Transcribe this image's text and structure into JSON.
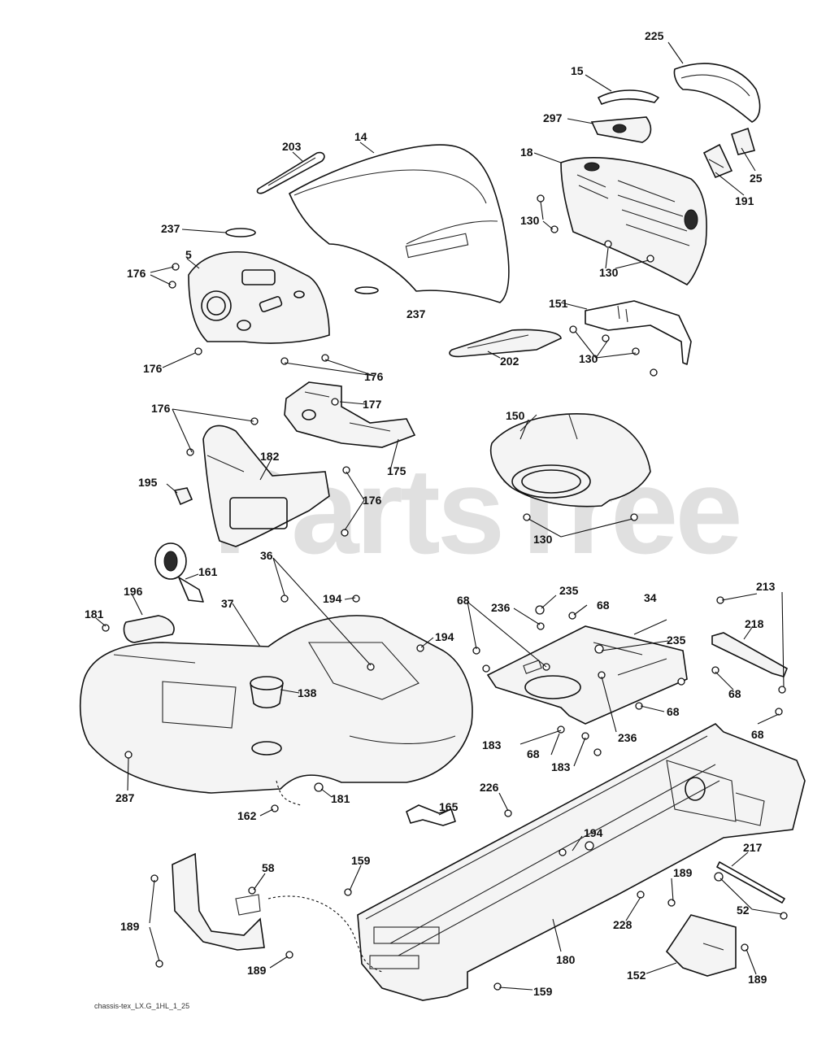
{
  "watermark": "PartsTree",
  "footer_code": "chassis-tex_LX.G_1HL_1_25",
  "callouts": {
    "c225": "225",
    "c15": "15",
    "c297": "297",
    "c18": "18",
    "c25": "25",
    "c191": "191",
    "c203": "203",
    "c14": "14",
    "c237a": "237",
    "c237b": "237",
    "c130a": "130",
    "c130b": "130",
    "c130c": "130",
    "c130d": "130",
    "c5": "5",
    "c176a": "176",
    "c176b": "176",
    "c176c": "176",
    "c176d": "176",
    "c176e": "176",
    "c151": "151",
    "c202": "202",
    "c177": "177",
    "c175": "175",
    "c182": "182",
    "c150": "150",
    "c195": "195",
    "c36": "36",
    "c161": "161",
    "c196": "196",
    "c181a": "181",
    "c181b": "181",
    "c37": "37",
    "c194a": "194",
    "c194b": "194",
    "c194c": "194",
    "c138": "138",
    "c287": "287",
    "c162": "162",
    "c235a": "235",
    "c235b": "235",
    "c236a": "236",
    "c236b": "236",
    "c68a": "68",
    "c68b": "68",
    "c68c": "68",
    "c68d": "68",
    "c68e": "68",
    "c68f": "68",
    "c34": "34",
    "c183a": "183",
    "c183b": "183",
    "c213": "213",
    "c218": "218",
    "c226": "226",
    "c165": "165",
    "c217": "217",
    "c58": "58",
    "c159a": "159",
    "c159b": "159",
    "c189a": "189",
    "c189b": "189",
    "c189c": "189",
    "c189d": "189",
    "c228": "228",
    "c52": "52",
    "c180": "180",
    "c152": "152"
  }
}
